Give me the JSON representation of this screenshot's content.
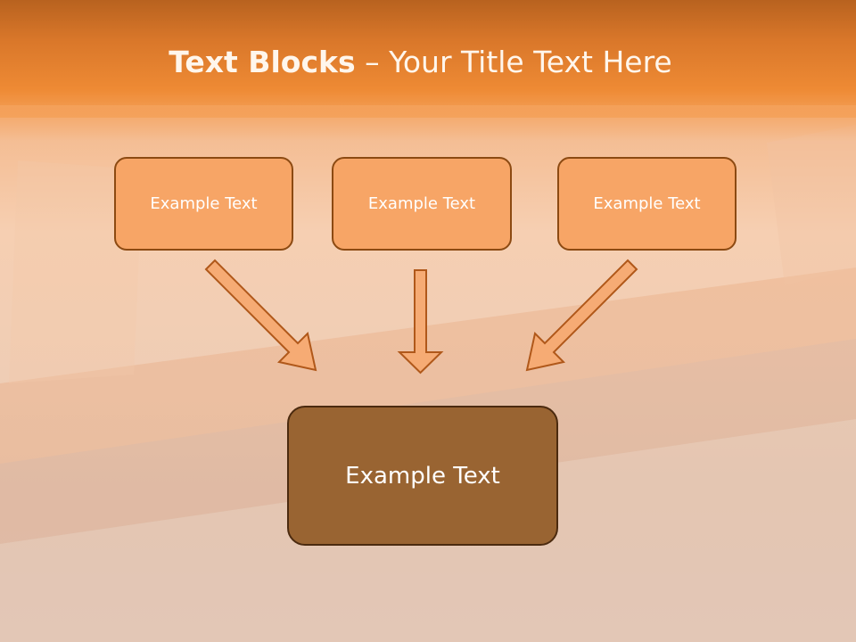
{
  "title": {
    "bold": "Text Blocks",
    "separator": " – ",
    "rest": "Your Title Text Here"
  },
  "boxes": [
    {
      "label": "Example Text"
    },
    {
      "label": "Example Text"
    },
    {
      "label": "Example Text"
    }
  ],
  "main_box": {
    "label": "Example Text"
  },
  "colors": {
    "header": "#ee8a34",
    "box_fill": "#f7a566",
    "box_border": "#8c4a12",
    "main_box_fill": "#996432",
    "arrow_fill": "#f6ab74",
    "arrow_stroke": "#b0581a"
  }
}
